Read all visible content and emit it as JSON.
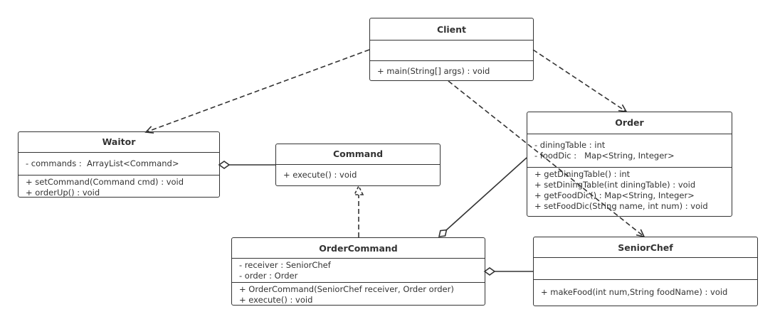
{
  "diagram": {
    "type": "uml-class-diagram",
    "line_color": "#333333",
    "classes": [
      {
        "name": "Client",
        "attributes": [],
        "methods": [
          "+ main(String[] args) : void"
        ]
      },
      {
        "name": "Waitor",
        "attributes": [
          "- commands :  ArrayList<Command>"
        ],
        "methods": [
          "+ setCommand(Command cmd) : void",
          "+ orderUp() : void"
        ]
      },
      {
        "name": "Command",
        "methods": [
          "+ execute() : void"
        ]
      },
      {
        "name": "OrderCommand",
        "attributes": [
          "- receiver : SeniorChef",
          "- order : Order"
        ],
        "methods": [
          "+ OrderCommand(SeniorChef receiver, Order order)",
          "+ execute() : void"
        ]
      },
      {
        "name": "Order",
        "attributes": [
          "- diningTable : int",
          "- foodDic :   Map<String, Integer>"
        ],
        "methods": [
          "+ getDiningTable() : int",
          "+ setDiningTable(int diningTable) : void",
          "+ getFoodDic() : Map<String, Integer>",
          "+ setFoodDic(String name, int num) : void"
        ]
      },
      {
        "name": "SeniorChef",
        "attributes": [],
        "methods": [
          "+ makeFood(int num,String foodName) : void"
        ]
      }
    ],
    "relations": [
      {
        "from": "Client",
        "to": "Waitor",
        "kind": "dependency"
      },
      {
        "from": "Client",
        "to": "Order",
        "kind": "dependency"
      },
      {
        "from": "Client",
        "to": "SeniorChef",
        "kind": "dependency"
      },
      {
        "from": "Waitor",
        "to": "Command",
        "kind": "aggregation"
      },
      {
        "from": "OrderCommand",
        "to": "Command",
        "kind": "realization"
      },
      {
        "from": "OrderCommand",
        "to": "Order",
        "kind": "aggregation"
      },
      {
        "from": "OrderCommand",
        "to": "SeniorChef",
        "kind": "aggregation"
      }
    ]
  }
}
